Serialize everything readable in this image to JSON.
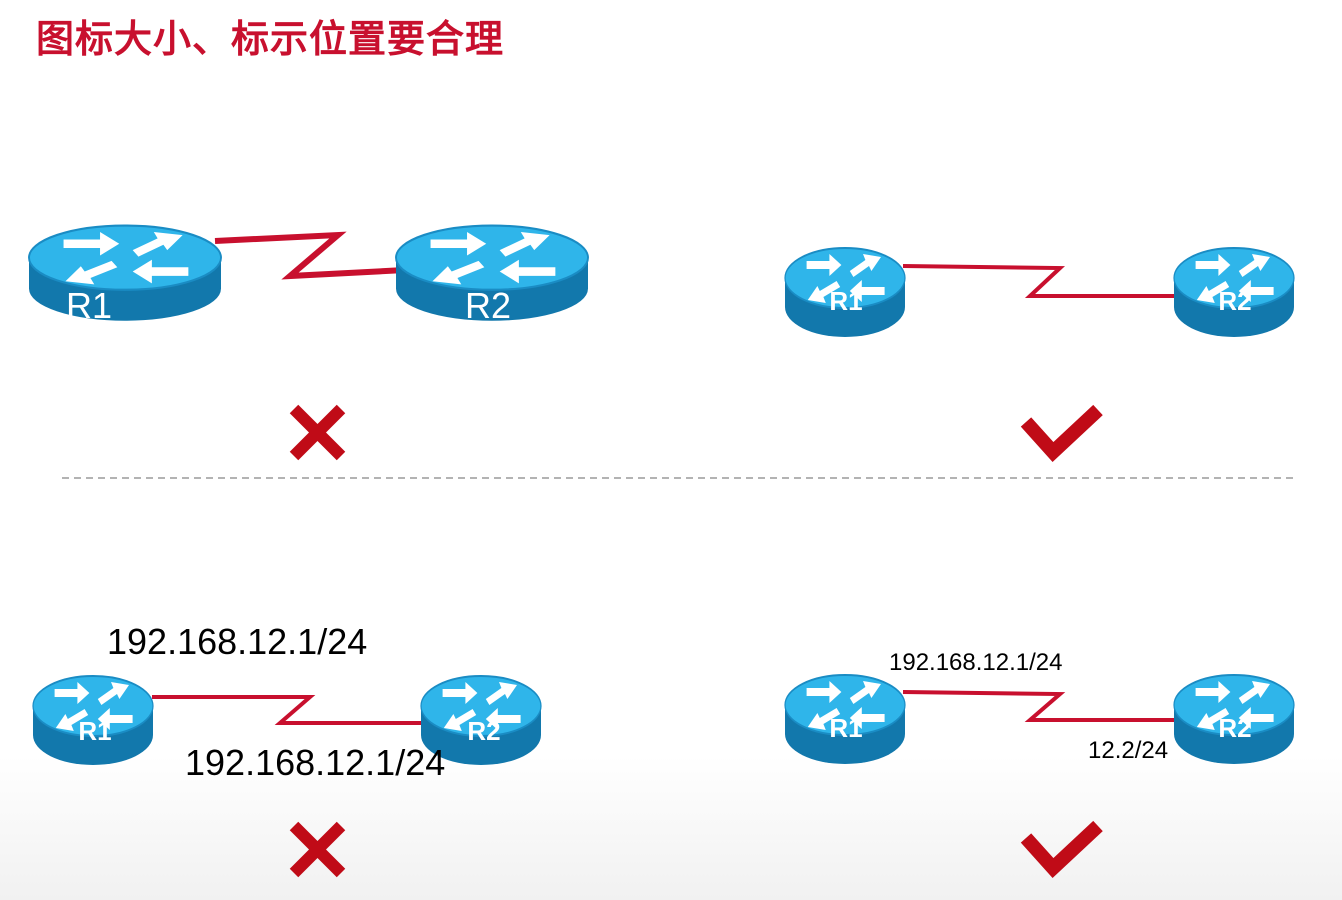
{
  "title": "图标大小、标示位置要合理",
  "routers": {
    "r1": "R1",
    "r2": "R2"
  },
  "bad_example_2": {
    "ip_top": "192.168.12.1/24",
    "ip_bottom": "192.168.12.1/24"
  },
  "good_example_2": {
    "ip_r1": "192.168.12.1/24",
    "ip_r2": "12.2/24"
  },
  "colors": {
    "accent": "#c8102e",
    "router_top": "#2fb5ea",
    "router_side": "#1278ac",
    "link": "#c8102e"
  },
  "icons": [
    "cross-icon",
    "check-icon",
    "router-icon"
  ]
}
